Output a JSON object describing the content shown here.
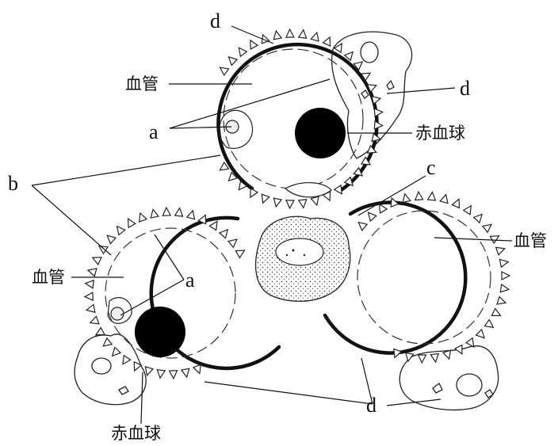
{
  "labels": {
    "d_top": "d",
    "vessel_top": "血管",
    "a_top": "a",
    "d_top_right": "d",
    "rbc_top": "赤血球",
    "b": "b",
    "c": "c",
    "vessel_right": "血管",
    "vessel_left": "血管",
    "a_left": "a",
    "d_bottom": "d",
    "rbc_bottom": "赤血球"
  }
}
